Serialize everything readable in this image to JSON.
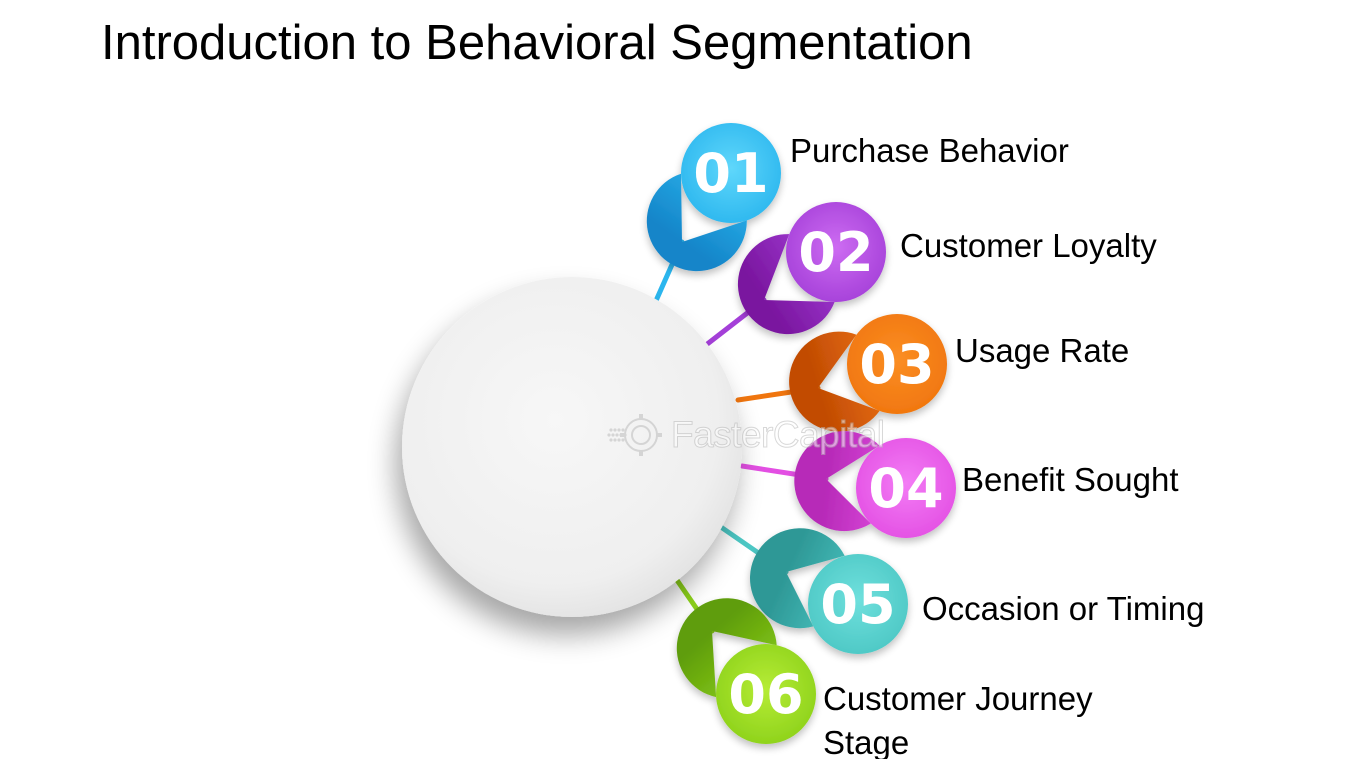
{
  "title": "Introduction to Behavioral Segmentation",
  "watermark": "FasterCapital",
  "items": [
    {
      "number": "01",
      "label": "Purchase Behavior",
      "color": "#2bb6ee",
      "light": "#5fd7fb",
      "dark": "#1585c9"
    },
    {
      "number": "02",
      "label": "Customer Loyalty",
      "color": "#a43fd8",
      "light": "#cd6cf2",
      "dark": "#7a169f"
    },
    {
      "number": "03",
      "label": "Usage Rate",
      "color": "#f0750e",
      "light": "#fb8e23",
      "dark": "#c24c05"
    },
    {
      "number": "04",
      "label": "Benefit Sought",
      "color": "#e34fe3",
      "light": "#f37cf5",
      "dark": "#b72ab8"
    },
    {
      "number": "05",
      "label": "Occasion or Timing",
      "color": "#4cc7c4",
      "light": "#6fe0dd",
      "dark": "#2e9896"
    },
    {
      "number": "06",
      "label": "Customer Journey Stage",
      "color": "#8cd11a",
      "light": "#b6ec36",
      "dark": "#5f9d0b"
    }
  ]
}
